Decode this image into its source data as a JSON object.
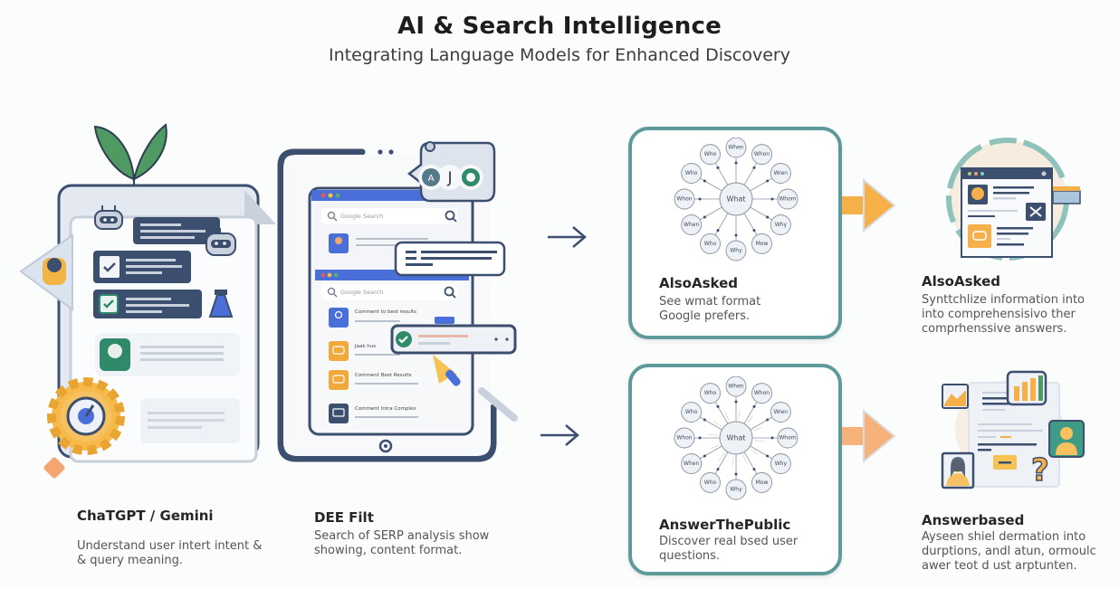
{
  "header": {
    "title": "AI & Search Intelligence",
    "subtitle": "Integrating Language Models for Enhanced Discovery"
  },
  "colors": {
    "navy": "#3d4f6e",
    "teal_border": "#5e9a99",
    "accent_orange": "#f6b04a",
    "leaf_green": "#4f9a62",
    "google_blue": "#4a6fd8",
    "check_green": "#2f8a6a"
  },
  "steps": [
    {
      "title": "ChaTGPT / Gemini",
      "description_lines": [
        "Understand user intert intent &",
        "& query meaning."
      ],
      "icon": "chat-assistant-illustration"
    },
    {
      "title": "DEE Filt",
      "description_lines": [
        "Search of SERP analysis show",
        "showing, content format."
      ],
      "icon": "serp-tablet-illustration",
      "badge_letters": [
        "A",
        "J",
        "O"
      ],
      "serp_search_placeholder": "Google Search",
      "serp_results": [
        "Comment to best results",
        "Jaak hus",
        "Comment Best Results",
        "Comment Intra Complex"
      ]
    },
    {
      "title": "AlsoAsked",
      "description_lines": [
        "See wmat format",
        "Google prefers."
      ],
      "icon": "question-wheel"
    },
    {
      "title": "AlsoAsked",
      "description_lines": [
        "Synttchlize information into",
        "into comprehensisivo ther",
        "comprhenssive answers."
      ],
      "icon": "browser-window-illustration"
    },
    {
      "title": "AnswerThePublic",
      "description_lines": [
        "Discover real bsed user",
        "questions."
      ],
      "icon": "question-wheel"
    },
    {
      "title": "Answerbased",
      "description_lines": [
        "Ayseen shiel dermation into",
        "durptions, andl atun, ormoulc",
        "awer teot d ust arptunten."
      ],
      "icon": "answer-document-illustration"
    }
  ],
  "wheel": {
    "center": "What",
    "spokes": [
      "When",
      "Whon",
      "Wren",
      "Whom",
      "Why",
      "Mow",
      "Why",
      "Who",
      "When",
      "Whon",
      "Who",
      "Who"
    ]
  }
}
